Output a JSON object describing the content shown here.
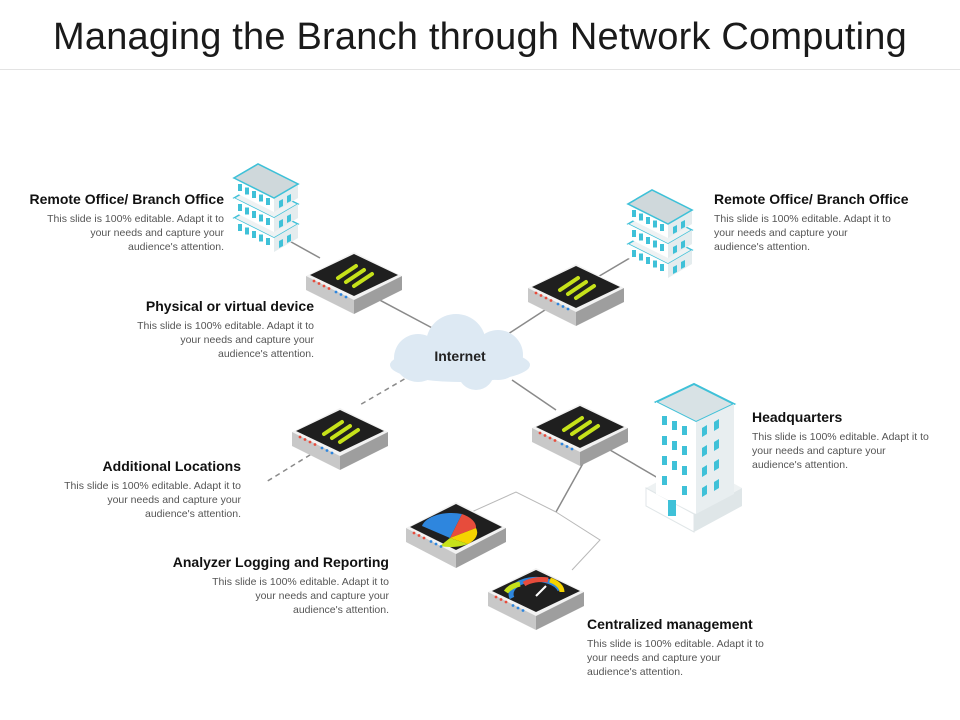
{
  "title": "Managing the Branch through Network Computing",
  "internet": "Internet",
  "labels": {
    "remote_left": {
      "heading": "Remote Office/ Branch Office",
      "desc": "This slide is 100% editable. Adapt it to your needs and capture your audience's attention."
    },
    "remote_right": {
      "heading": "Remote Office/ Branch Office",
      "desc": "This slide is 100% editable. Adapt it to your needs and capture your audience's attention."
    },
    "physical": {
      "heading": "Physical or virtual device",
      "desc": "This slide is 100% editable. Adapt it to your needs and capture your audience's attention."
    },
    "headquarters": {
      "heading": "Headquarters",
      "desc": "This slide is 100% editable. Adapt it to your needs and capture your audience's attention."
    },
    "additional": {
      "heading": "Additional Locations",
      "desc": "This slide is 100% editable. Adapt it to your needs and capture your audience's attention."
    },
    "analyzer": {
      "heading": "Analyzer Logging and Reporting",
      "desc": "This slide is 100% editable. Adapt it to your needs and capture your audience's attention."
    },
    "centralized": {
      "heading": "Centralized management",
      "desc": "This slide is 100% editable. Adapt it to your needs and capture your audience's attention."
    }
  },
  "colors": {
    "building": "#3fc1d8",
    "device": "#1f1f1f",
    "device_accent": "#c6e21a",
    "cloud": "#dde9f3",
    "line": "#8a8a8a"
  }
}
